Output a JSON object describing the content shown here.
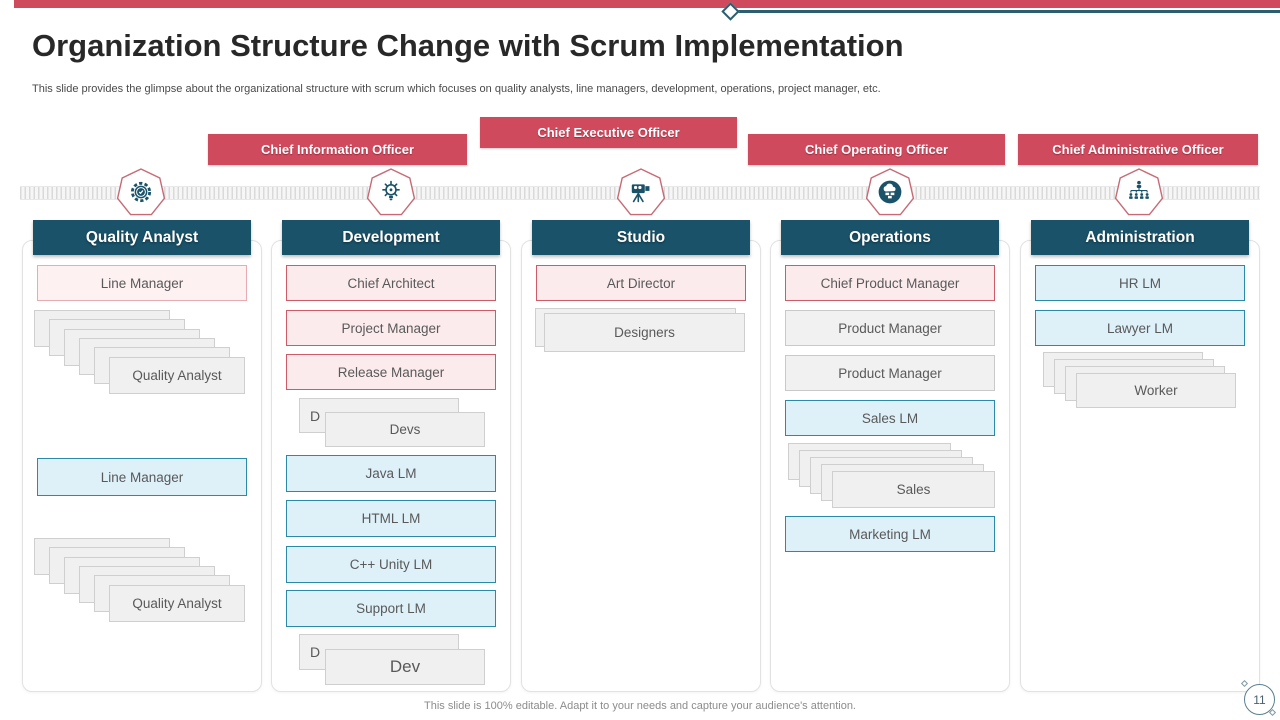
{
  "slide": {
    "title": "Organization Structure Change with Scrum Implementation",
    "subtitle": "This slide provides the glimpse about the organizational structure with scrum which focuses on quality analysts, line managers, development, operations, project manager, etc.",
    "footer_note": "This slide is 100% editable. Adapt it to your needs and capture your audience's attention.",
    "page_number": "11"
  },
  "colors": {
    "accent_red": "#d04a5e",
    "teal_dark": "#1a5269",
    "blue_fill": "#def1f9",
    "blue_border": "#2b89a9",
    "pink_fill": "#fcebed",
    "pink_border": "#d05b68",
    "gray_fill": "#f1f1f1"
  },
  "officers": [
    {
      "label": "Chief Information Officer"
    },
    {
      "label": "Chief Executive Officer"
    },
    {
      "label": "Chief Operating Officer"
    },
    {
      "label": "Chief Administrative Officer"
    }
  ],
  "columns": [
    {
      "title": "Quality Analyst",
      "icon": "gear-check-icon",
      "items": [
        {
          "type": "box",
          "style": "pink-light",
          "label": "Line Manager"
        },
        {
          "type": "stack",
          "label": "Quality Analyst"
        },
        {
          "type": "box",
          "style": "blue",
          "label": "Line Manager"
        },
        {
          "type": "stack",
          "label": "Quality Analyst"
        }
      ]
    },
    {
      "title": "Development",
      "icon": "lightbulb-icon",
      "items": [
        {
          "type": "box",
          "style": "pink",
          "label": "Chief Architect"
        },
        {
          "type": "box",
          "style": "pink",
          "label": "Project Manager"
        },
        {
          "type": "box",
          "style": "pink",
          "label": "Release Manager"
        },
        {
          "type": "stack",
          "label": "Devs",
          "partial_label": "D"
        },
        {
          "type": "box",
          "style": "blue",
          "label": "Java LM"
        },
        {
          "type": "box",
          "style": "blue",
          "label": "HTML LM"
        },
        {
          "type": "box",
          "style": "blue",
          "label": "C++ Unity LM"
        },
        {
          "type": "box",
          "style": "blue",
          "label": "Support LM"
        },
        {
          "type": "stack",
          "label": "Dev",
          "partial_label": "D"
        }
      ]
    },
    {
      "title": "Studio",
      "icon": "video-camera-icon",
      "items": [
        {
          "type": "box",
          "style": "pink",
          "label": "Art Director"
        },
        {
          "type": "stack",
          "label": "Designers"
        }
      ]
    },
    {
      "title": "Operations",
      "icon": "cloud-computing-icon",
      "items": [
        {
          "type": "box",
          "style": "pink",
          "label": "Chief Product Manager"
        },
        {
          "type": "box",
          "style": "gray",
          "label": "Product Manager"
        },
        {
          "type": "box",
          "style": "gray",
          "label": "Product Manager"
        },
        {
          "type": "box",
          "style": "blue",
          "label": "Sales LM"
        },
        {
          "type": "stack",
          "label": "Sales"
        },
        {
          "type": "box",
          "style": "blue",
          "label": "Marketing LM"
        }
      ]
    },
    {
      "title": "Administration",
      "icon": "org-chart-icon",
      "items": [
        {
          "type": "box",
          "style": "blue",
          "label": "HR LM"
        },
        {
          "type": "box",
          "style": "blue",
          "label": "Lawyer LM"
        },
        {
          "type": "stack",
          "label": "Worker"
        }
      ]
    }
  ]
}
